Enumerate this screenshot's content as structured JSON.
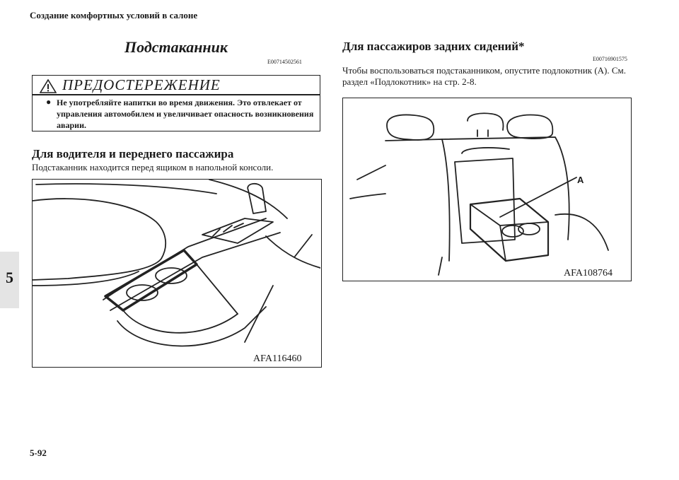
{
  "header": {
    "title": "Создание комфортных условий в салоне"
  },
  "chapter": "5",
  "page_number": "5-92",
  "section": {
    "title": "Подстаканник",
    "code": "E00714502561"
  },
  "warning": {
    "title": "ПРЕДОСТЕРЕЖЕНИЕ",
    "bullet": "●",
    "text": "Не употребляйте напитки во время движения. Это отвлекает от управления автомобилем и увеличивает опасность возникновения аварии."
  },
  "front": {
    "heading": "Для водителя и переднего пассажира",
    "text": "Подстаканник находится перед ящиком в напольной консоли.",
    "figure_label": "AFA116460"
  },
  "rear": {
    "heading": "Для пассажиров задних сидений*",
    "code": "E00716901575",
    "text": "Чтобы воспользоваться подстаканником, опустите подлокотник (A). См. раздел «Подлокотник» на стр. 2-8.",
    "figure_label": "AFA108764",
    "callout": "A"
  }
}
